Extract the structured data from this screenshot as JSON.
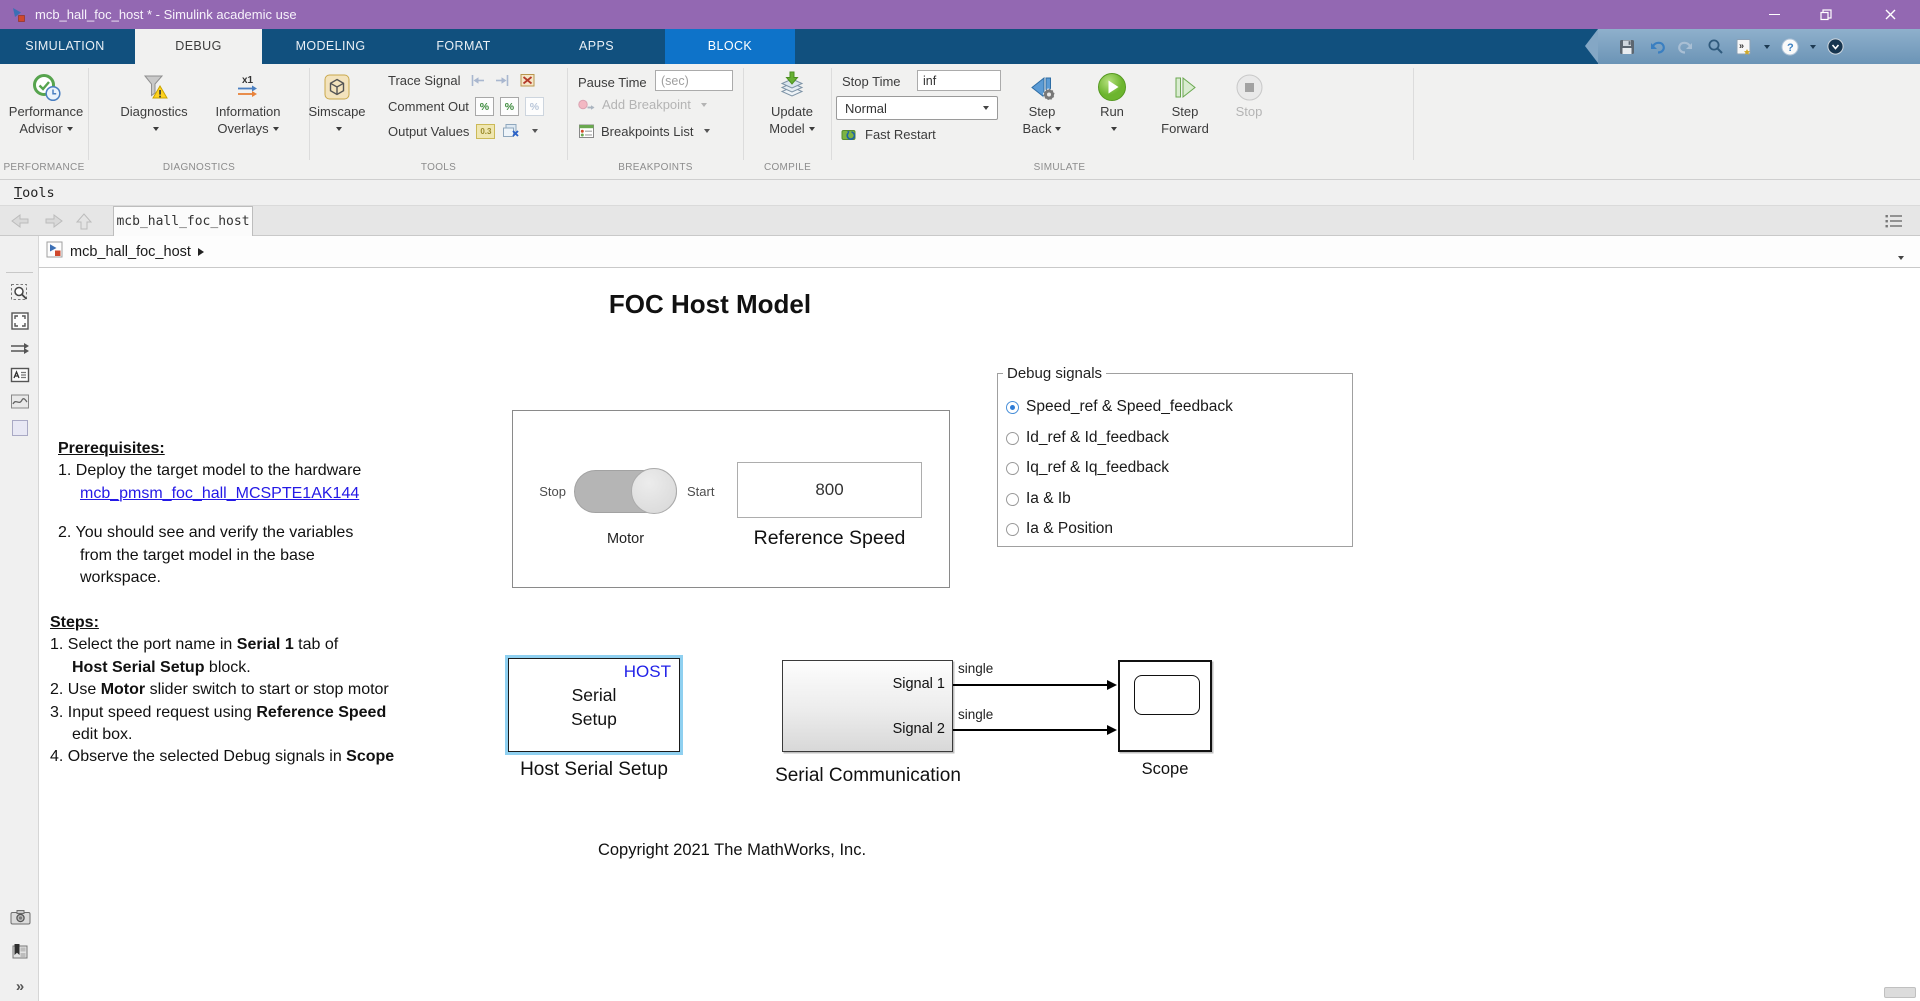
{
  "titlebar": {
    "title": "mcb_hall_foc_host * - Simulink academic use"
  },
  "ribbon": {
    "tabs": [
      {
        "label": "SIMULATION"
      },
      {
        "label": "DEBUG",
        "active": true
      },
      {
        "label": "MODELING"
      },
      {
        "label": "FORMAT"
      },
      {
        "label": "APPS"
      },
      {
        "label": "BLOCK",
        "context": true
      }
    ],
    "performance": {
      "line1": "Performance",
      "line2": "Advisor",
      "section": "PERFORMANCE"
    },
    "diagnostics_group": {
      "diagnostics": "Diagnostics",
      "overlays_line1": "Information",
      "overlays_line2": "Overlays",
      "simscape": "Simscape",
      "section": "DIAGNOSTICS"
    },
    "tools_group": {
      "trace": "Trace Signal",
      "comment": "Comment Out",
      "output": "Output Values",
      "section": "TOOLS"
    },
    "breakpoints_group": {
      "pause": "Pause Time",
      "pause_placeholder": "(sec)",
      "add": "Add Breakpoint",
      "list": "Breakpoints List",
      "section": "BREAKPOINTS"
    },
    "compile_group": {
      "line1": "Update",
      "line2": "Model",
      "section": "COMPILE"
    },
    "simulate_group": {
      "stop_time": "Stop Time",
      "stop_time_value": "inf",
      "mode": "Normal",
      "fast_restart": "Fast Restart",
      "step_back1": "Step",
      "step_back2": "Back",
      "run": "Run",
      "step_fwd1": "Step",
      "step_fwd2": "Forward",
      "stop": "Stop",
      "section": "SIMULATE"
    }
  },
  "menubar": {
    "tools": "Tools"
  },
  "tabbar": {
    "tab": "mcb_hall_foc_host"
  },
  "breadcrumb": {
    "model": "mcb_hall_foc_host"
  },
  "canvas": {
    "title": "FOC Host Model",
    "prerequisites": {
      "heading": "Prerequisites:",
      "line1": "1. Deploy the target model to the hardware",
      "link": "mcb_pmsm_foc_hall_MCSPTE1AK144",
      "line2a": "2. You should see and verify the variables",
      "line2b": "from the target model in the base",
      "line2c": "workspace."
    },
    "steps": {
      "heading": "Steps:",
      "l1a": "1. Select the port name in ",
      "l1b": "Serial 1",
      "l1c": " tab of",
      "l2a": "Host Serial Setup",
      "l2b": " block.",
      "l3a": "2. Use ",
      "l3b": "Motor",
      "l3c": " slider switch to start or stop motor",
      "l4a": "3. Input speed request using ",
      "l4b": "Reference Speed",
      "l5": "edit box.",
      "l6a": "4. Observe the selected Debug signals in ",
      "l6b": "Scope"
    },
    "dashboard": {
      "stop": "Stop",
      "start": "Start",
      "motor": "Motor",
      "speed_value": "800",
      "speed_label": "Reference Speed"
    },
    "debug_signals": {
      "legend": "Debug signals",
      "options": [
        {
          "label": "Speed_ref & Speed_feedback",
          "selected": true
        },
        {
          "label": "Id_ref & Id_feedback",
          "selected": false
        },
        {
          "label": "Iq_ref & Iq_feedback",
          "selected": false
        },
        {
          "label": "Ia & Ib",
          "selected": false
        },
        {
          "label": "Ia & Position",
          "selected": false
        }
      ]
    },
    "host_block": {
      "tag": "HOST",
      "line1": "Serial",
      "line2": "Setup",
      "label": "Host Serial Setup"
    },
    "serial_block": {
      "port1": "Signal 1",
      "port2": "Signal 2",
      "wire1_type": "single",
      "wire2_type": "single",
      "label": "Serial Communication"
    },
    "scope_block": {
      "label": "Scope"
    },
    "copyright": "Copyright 2021 The MathWorks, Inc."
  },
  "icons": {
    "x1": "x1",
    "percent": "%",
    "badge": "0.3",
    "help": "?",
    "more": "»",
    "chevrons": "»"
  },
  "colors": {
    "titlebar_purple": "#9368b2",
    "ribbon_navy": "#11507e",
    "context_tab_blue": "#0e73c9",
    "run_green": "#76b943",
    "link_blue": "#2419e6",
    "selection_blue": "#8fd0f0"
  }
}
